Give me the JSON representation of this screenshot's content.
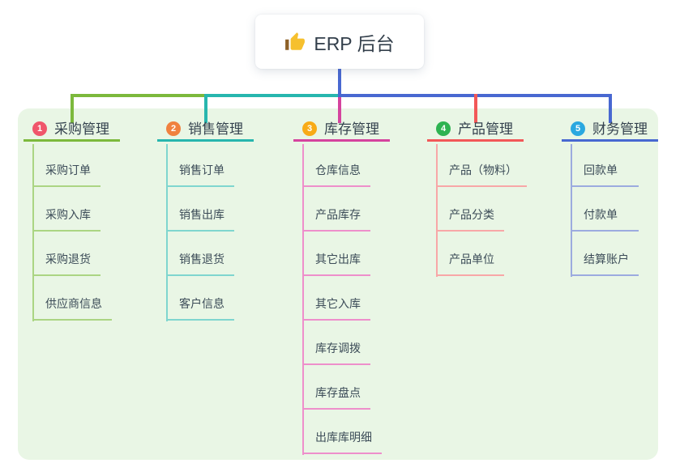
{
  "root": {
    "title": "ERP 后台",
    "icon": "thumbs-up"
  },
  "colors": {
    "page_bg": "#ffffff",
    "panel_bg": "#e9f6e5",
    "trunk": "#4868d1",
    "text": "#3c4c58",
    "header_text": "#35434f",
    "root_text": "#333f4b",
    "icon_yellow": "#f6c02e",
    "icon_cuff": "#8d6027"
  },
  "branches": [
    {
      "index": "1",
      "label": "采购管理",
      "badge_color": "#f0566b",
      "line_color": "#7cb93c",
      "sub_line_color": "#abd583",
      "items": [
        "采购订单",
        "采购入库",
        "采购退货",
        "供应商信息"
      ]
    },
    {
      "index": "2",
      "label": "销售管理",
      "badge_color": "#f0813f",
      "line_color": "#27b6ae",
      "sub_line_color": "#7fd6cf",
      "items": [
        "销售订单",
        "销售出库",
        "销售退货",
        "客户信息"
      ]
    },
    {
      "index": "3",
      "label": "库存管理",
      "badge_color": "#f8ab17",
      "line_color": "#d5439e",
      "sub_line_color": "#ee8fcb",
      "items": [
        "仓库信息",
        "产品库存",
        "其它出库",
        "其它入库",
        "库存调拨",
        "库存盘点",
        "出库库明细"
      ]
    },
    {
      "index": "4",
      "label": "产品管理",
      "badge_color": "#2eb351",
      "line_color": "#f25858",
      "sub_line_color": "#f8a7a7",
      "items": [
        "产品（物料）",
        "产品分类",
        "产品单位"
      ]
    },
    {
      "index": "5",
      "label": "财务管理",
      "badge_color": "#2aa8e0",
      "line_color": "#4868d1",
      "sub_line_color": "#9cabdf",
      "items": [
        "回款单",
        "付款单",
        "结算账户"
      ]
    }
  ]
}
